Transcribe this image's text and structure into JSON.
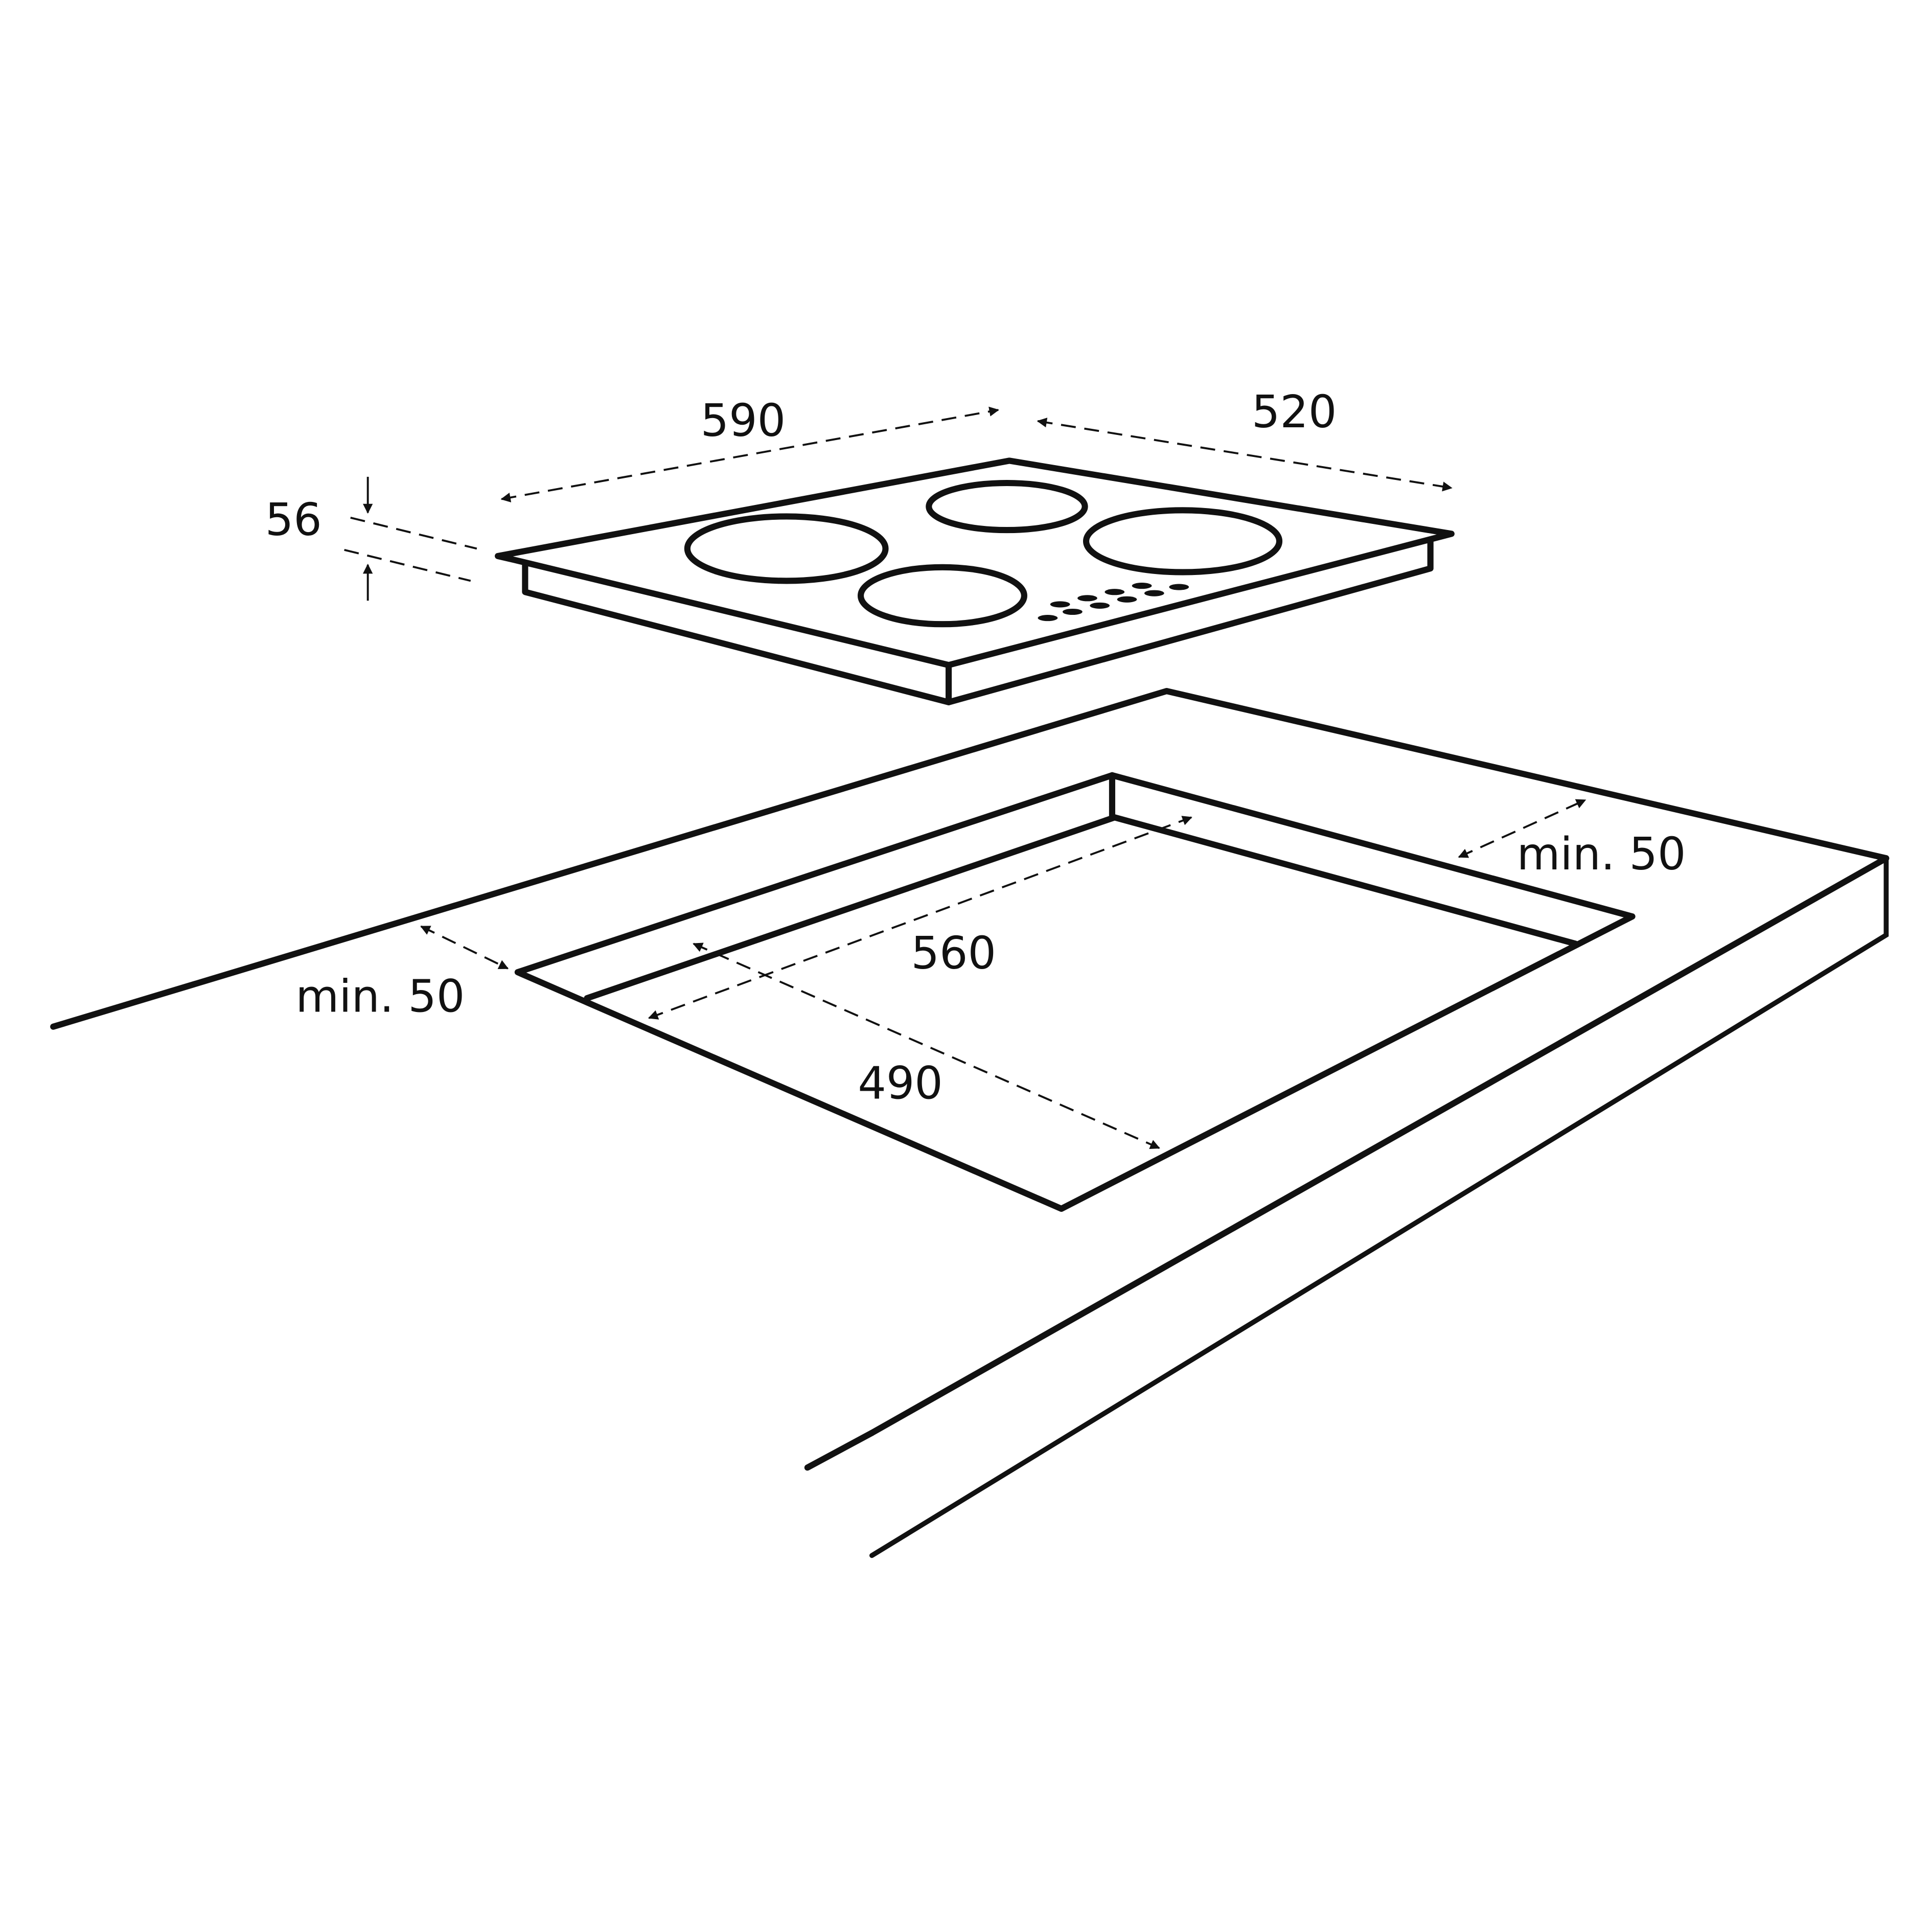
{
  "diagram": {
    "stroke_color": "#111111",
    "hob": {
      "width_label": "590",
      "depth_label": "520",
      "height_label": "56",
      "burner_count": 4
    },
    "cutout": {
      "width_label": "560",
      "depth_label": "490",
      "clearance_right_label": "min. 50",
      "clearance_left_label": "min. 50"
    }
  }
}
